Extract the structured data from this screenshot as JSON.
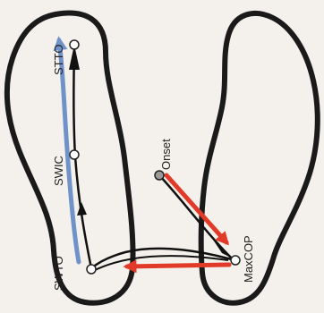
{
  "labels": {
    "stto": "STTO",
    "swic": "SWIC",
    "swto": "SWTO",
    "onset": "Onset",
    "maxcop": "MaxCOP"
  },
  "colors": {
    "foot_outline": "#1a1a1a",
    "swing_path": "#6f93c9",
    "stance_path": "#e23a28",
    "trajectory": "#111111",
    "background": "#f4f1ec"
  }
}
